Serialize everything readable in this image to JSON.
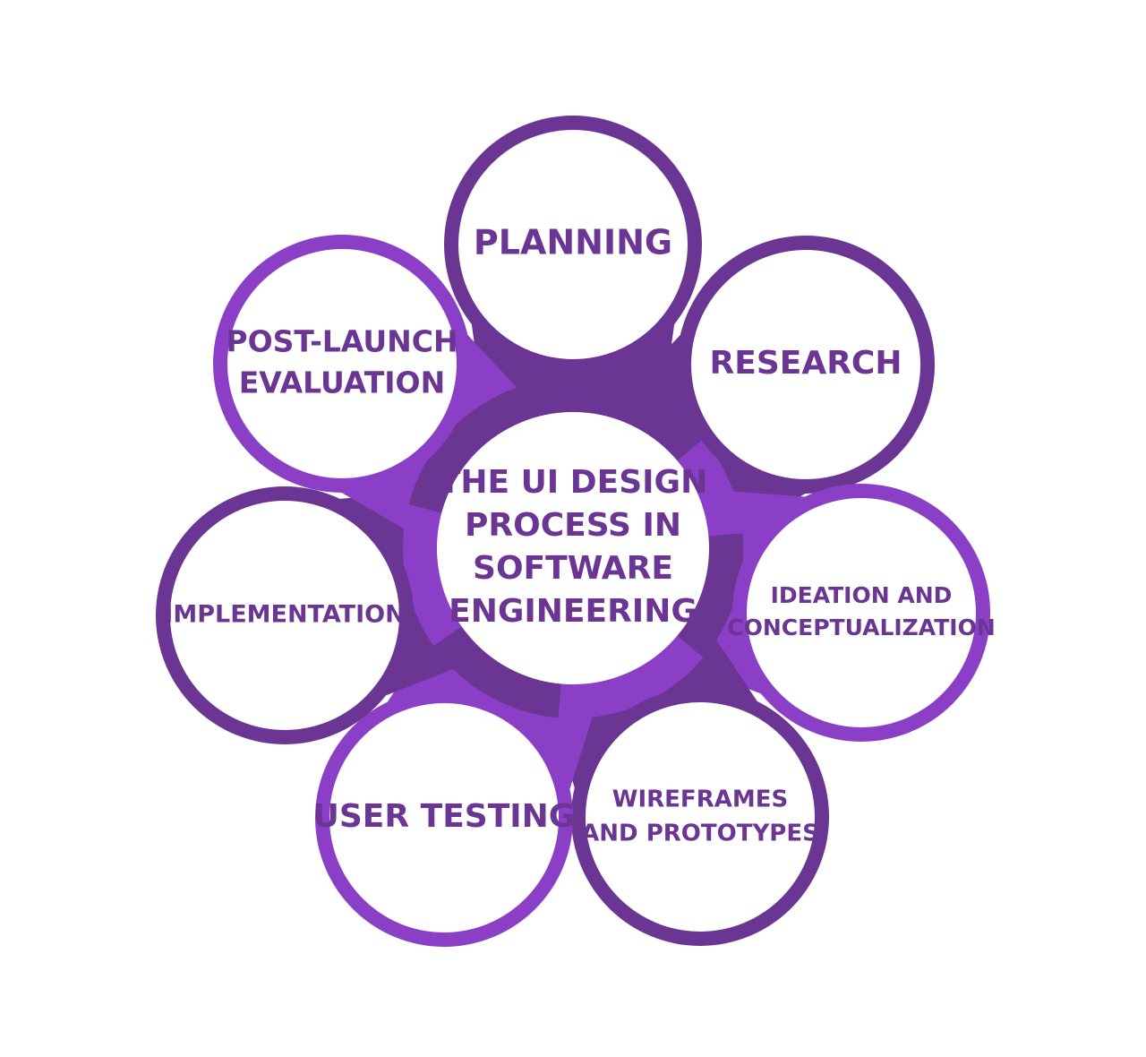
{
  "diagram": {
    "center_title": {
      "lines": [
        "THE UI DESIGN",
        "PROCESS IN",
        "SOFTWARE",
        "ENGINEERING"
      ]
    },
    "steps": [
      {
        "id": "planning",
        "lines": [
          "PLANNING"
        ]
      },
      {
        "id": "research",
        "lines": [
          "RESEARCH"
        ]
      },
      {
        "id": "ideation",
        "lines": [
          "IDEATION AND",
          "CONCEPTUALIZATION"
        ]
      },
      {
        "id": "wireframes",
        "lines": [
          "WIREFRAMES",
          "AND PROTOTYPES"
        ]
      },
      {
        "id": "user-testing",
        "lines": [
          "USER TESTING"
        ]
      },
      {
        "id": "implementation",
        "lines": [
          "IMPLEMENTATION"
        ]
      },
      {
        "id": "post-launch",
        "lines": [
          "POST-LAUNCH",
          "EVALUATION"
        ]
      }
    ]
  },
  "colors": {
    "dark_purple": "#6a3593",
    "light_purple": "#8b3fc6",
    "text_purple": "#6a3593",
    "fill_white": "#ffffff"
  }
}
